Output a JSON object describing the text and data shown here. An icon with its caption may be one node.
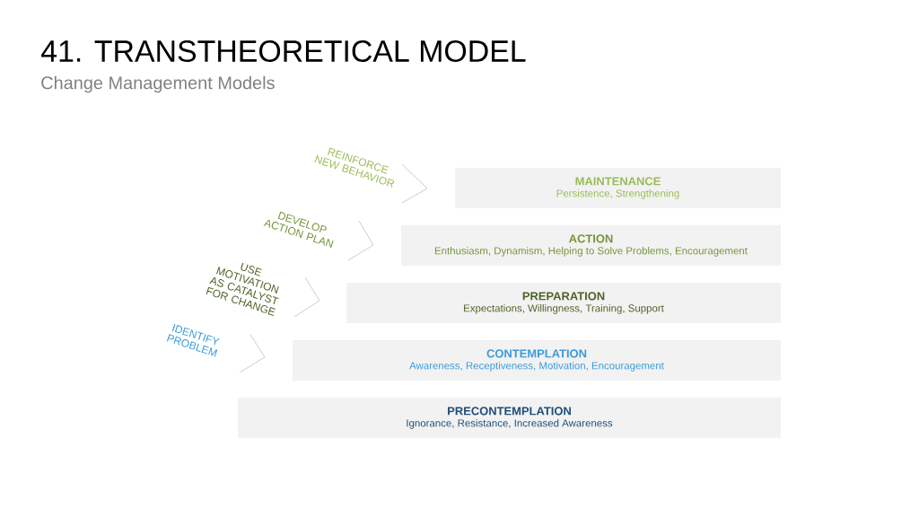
{
  "diagram": {
    "title": "41. TRANSTHEORETICAL MODEL",
    "nodes": [
      {
        "text": [
          "MAINTENANCE",
          "Persistence, Strengthening"
        ]
      },
      {
        "text": [
          "ACTION",
          "Enthusiasm, Dynamism, Helping to Solve Problems, Encouragement"
        ]
      },
      {
        "text": [
          "PREPARATION",
          "Expectations, Willingness, Training, Support"
        ]
      },
      {
        "text": [
          "CONTEMPLATION",
          "Awareness, Receptiveness, Motivation, Encouragement"
        ]
      },
      {
        "text": [
          "PRECONTEMPLATION",
          "Ignorance, Resistance, Increased Awareness"
        ]
      }
    ],
    "labels": [
      "Change Management Models",
      "REINFORCE NEW BEHAVIOR",
      "DEVELOP ACTION PLAN",
      "USE MOTIVATION AS CATALYST FOR CHANGE",
      "IDENTIFY PROBLEM"
    ]
  }
}
